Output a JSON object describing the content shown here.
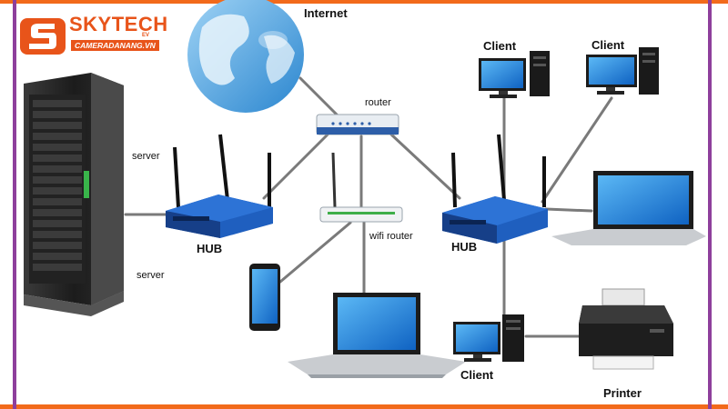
{
  "logo": {
    "name": "SKYTECH",
    "superscript": "EV",
    "tagline": "CAMERADANANG.VN"
  },
  "labels": {
    "internet": "Internet",
    "router": "router",
    "server_top": "server",
    "server_bottom": "server",
    "hub_left": "HUB",
    "hub_right": "HUB",
    "wifi_router": "wifi router",
    "client_top_left": "Client",
    "client_top_right": "Client",
    "client_bottom": "Client",
    "printer": "Printer"
  },
  "colors": {
    "frame_accent": "#f26a1b",
    "frame_side": "#8e3f9c",
    "hub_blue": "#1f5fbf",
    "screen_blue": "#1e8fe0",
    "cable": "#7a7a7a"
  }
}
